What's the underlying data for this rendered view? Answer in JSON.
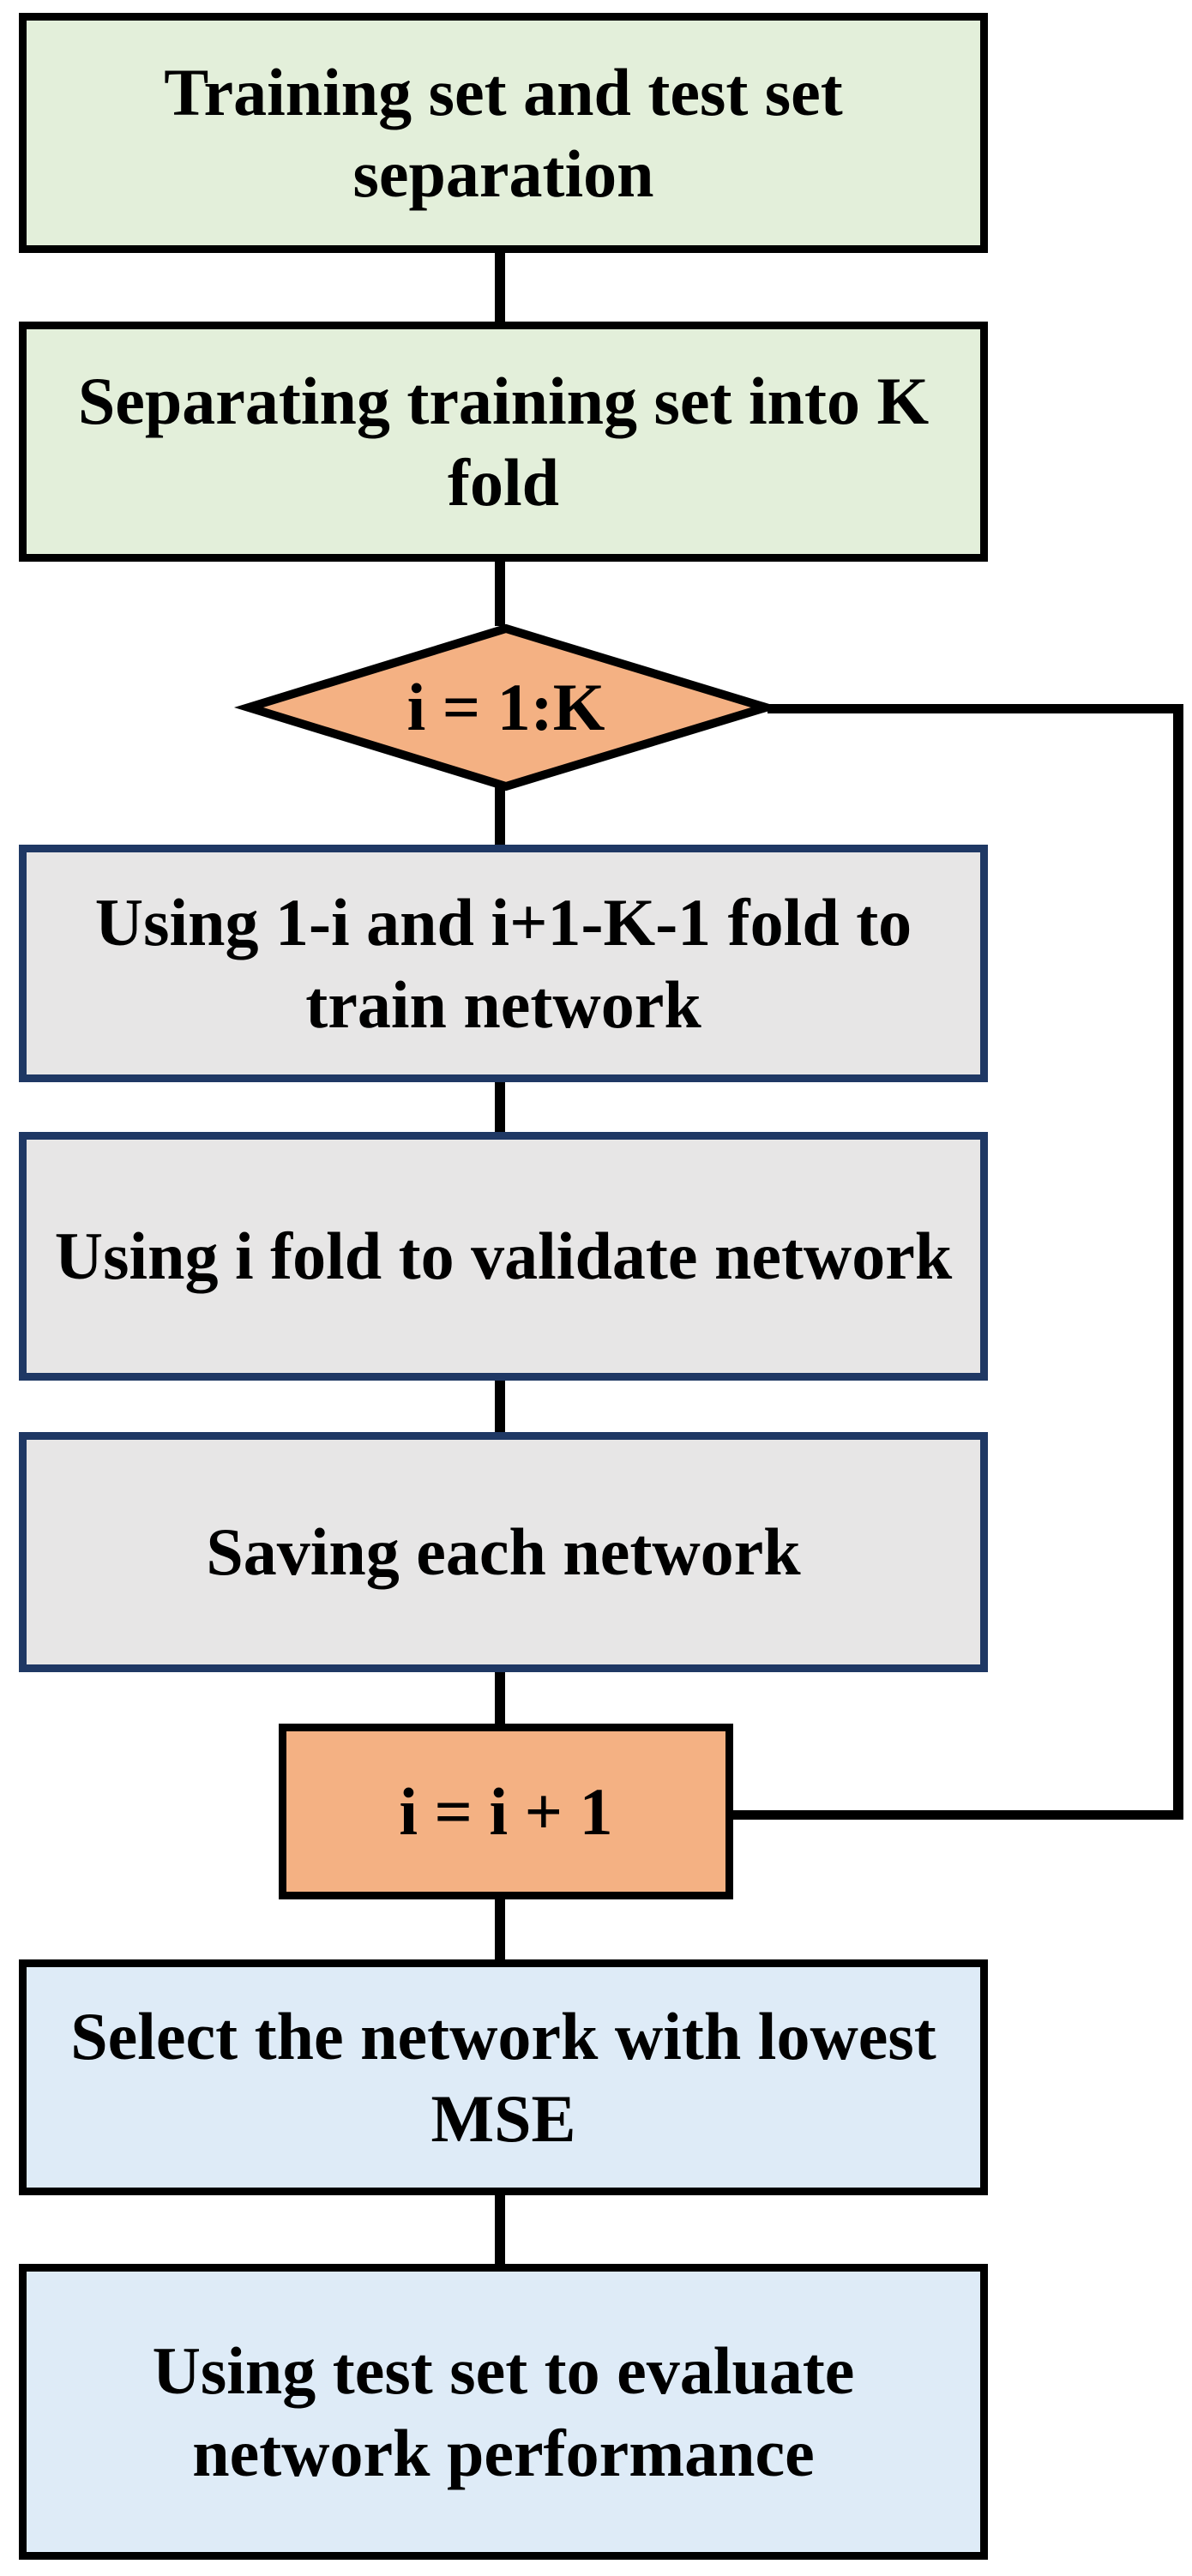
{
  "flowchart": {
    "steps": {
      "split_sets": "Training set and test set separation",
      "split_folds": "Separating training set into K fold",
      "loop_condition": "i = 1:K",
      "train": "Using 1-i and i+1-K-1 fold to train network",
      "validate": "Using i fold to validate network",
      "save": "Saving each network",
      "increment": "i = i + 1",
      "select": "Select the network with lowest MSE",
      "evaluate": "Using test set to evaluate network performance"
    },
    "colors": {
      "data_prep_fill": "#e3efda",
      "loop_fill": "#f4b183",
      "training_fill": "#e7e6e6",
      "training_border": "#1f3864",
      "result_fill": "#deebf7",
      "line": "#000000"
    }
  }
}
